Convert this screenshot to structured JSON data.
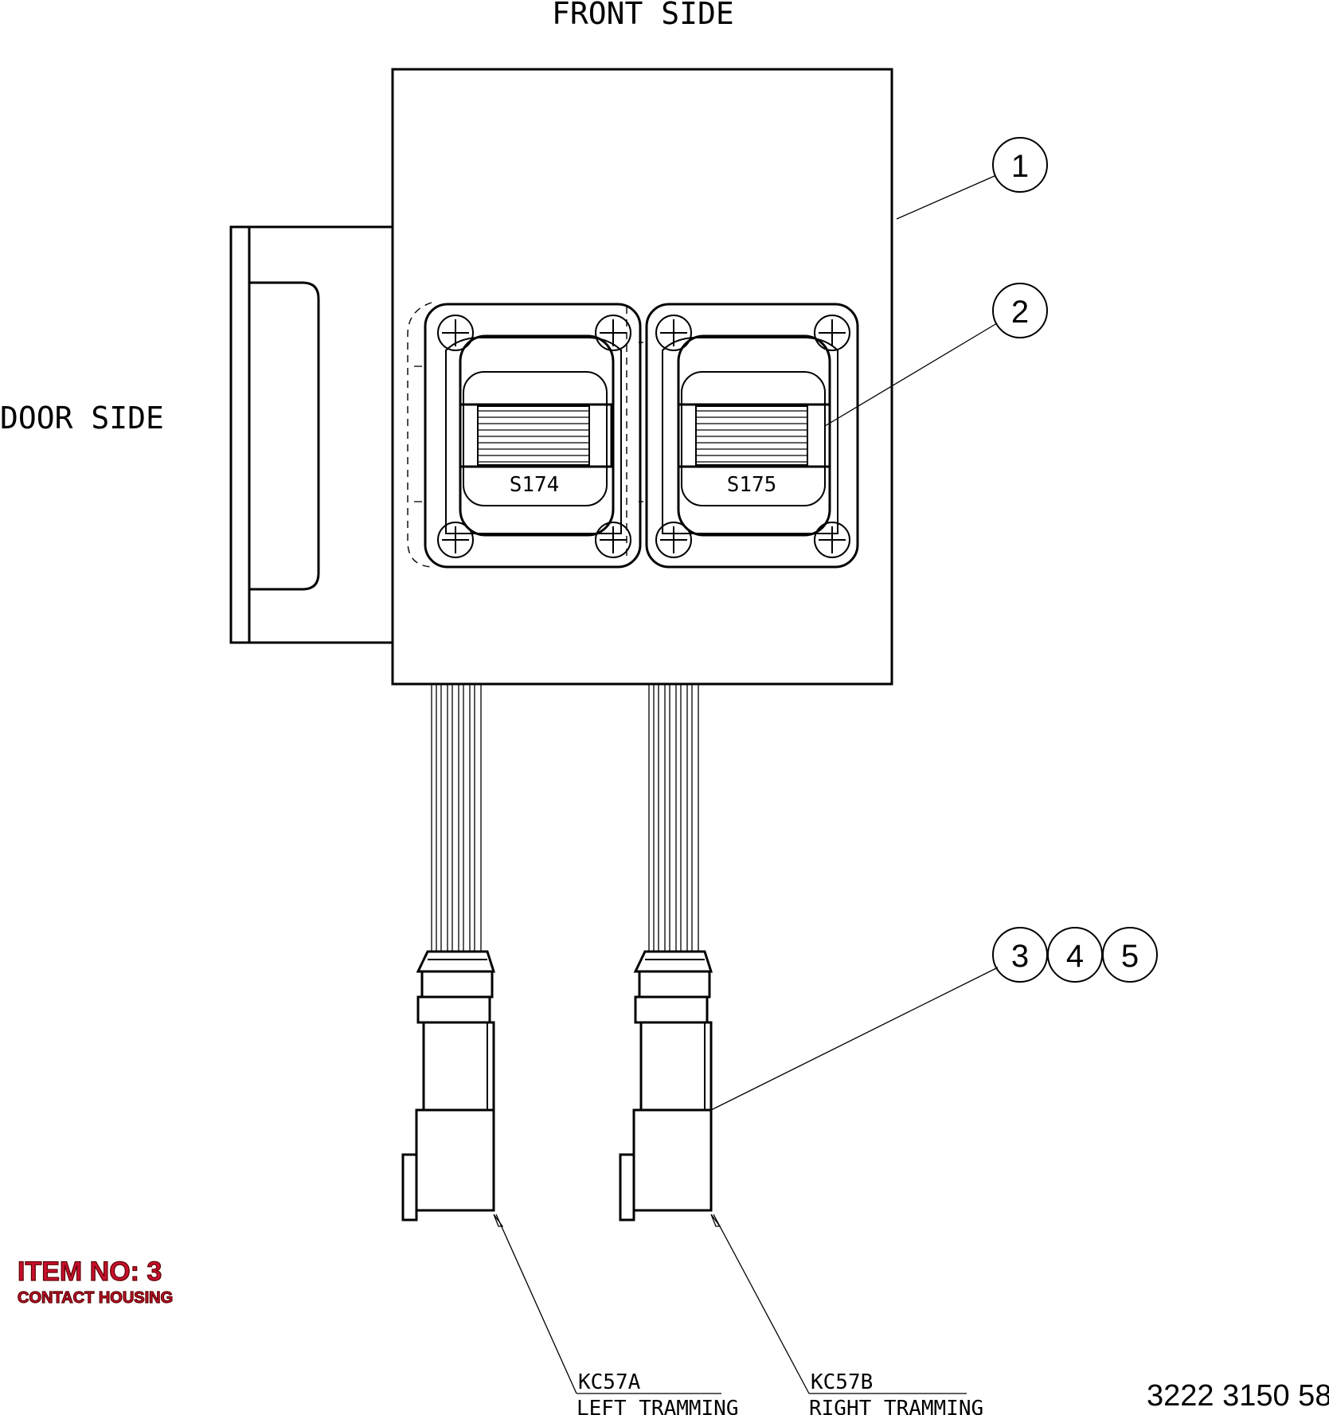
{
  "labels": {
    "front_side": "FRONT SIDE",
    "door_side": "DOOR SIDE"
  },
  "balloons": [
    "1",
    "2",
    "3",
    "4",
    "5"
  ],
  "switches": [
    {
      "id": "S174"
    },
    {
      "id": "S175"
    }
  ],
  "connectors": [
    {
      "code": "KC57A",
      "name": "LEFT TRAMMING"
    },
    {
      "code": "KC57B",
      "name": "RIGHT TRAMMING"
    }
  ],
  "item_note": {
    "title": "ITEM NO: 3",
    "subtitle": "CONTACT HOUSING",
    "color": "#c8102e"
  },
  "part_number": "3222 3150 58"
}
